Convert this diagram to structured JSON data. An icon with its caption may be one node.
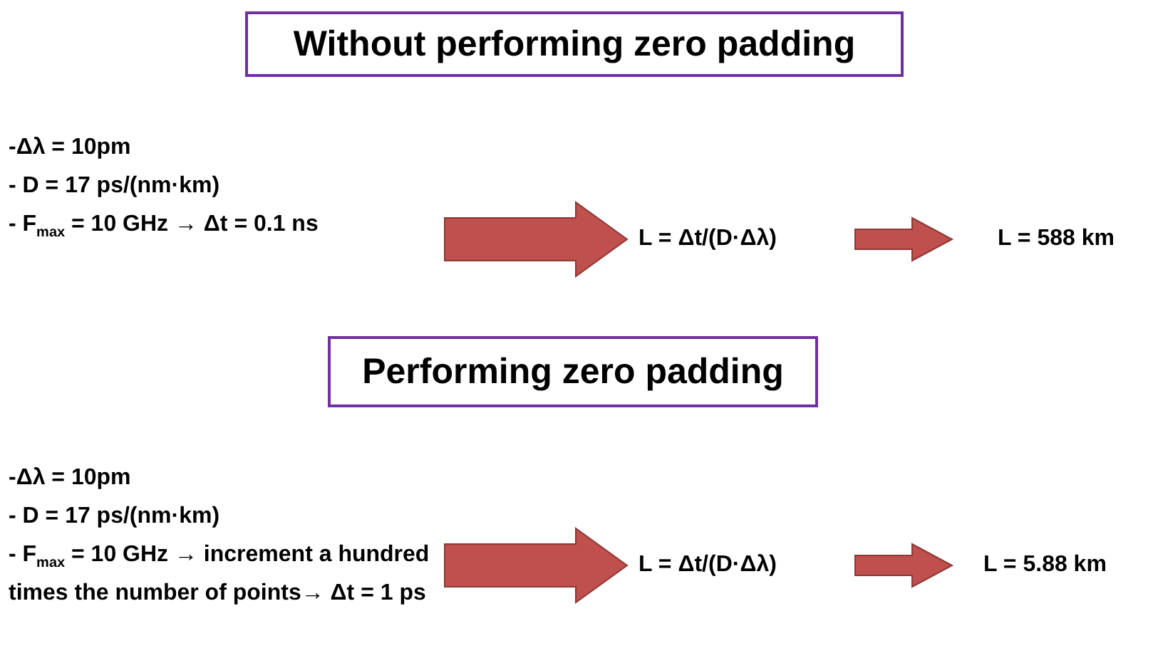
{
  "diagram": {
    "nodes": [
      {
        "text": [
          "Without performing zero padding"
        ]
      },
      {
        "text": [
          "-Δλ = 10pm",
          "- D = 17 ps/(nm·km)",
          "- F$_{max}$ = 10 GHz → Δt = 0.1 ns"
        ]
      },
      {
        "text": [
          "L = Δt/(D·Δλ)"
        ]
      },
      {
        "text": [
          "L = 588 km"
        ]
      },
      {
        "text": [
          "Performing zero padding"
        ]
      },
      {
        "text": [
          "-Δλ = 10pm",
          "- D = 17 ps/(nm·km)",
          "- F$_{max}$ = 10 GHz → increment a hundred times the number of points→ Δt = 1 ps"
        ]
      },
      {
        "text": [
          "L = Δt/(D·Δλ)"
        ]
      },
      {
        "text": [
          "L = 5.88 km"
        ]
      }
    ],
    "edges": [
      {
        "from": 1,
        "to": 2,
        "arrow": "to",
        "style": "thick"
      },
      {
        "from": 2,
        "to": 3,
        "arrow": "to",
        "style": "thick"
      },
      {
        "from": 5,
        "to": 6,
        "arrow": "to",
        "style": "thick"
      },
      {
        "from": 6,
        "to": 7,
        "arrow": "to",
        "style": "thick"
      }
    ]
  }
}
